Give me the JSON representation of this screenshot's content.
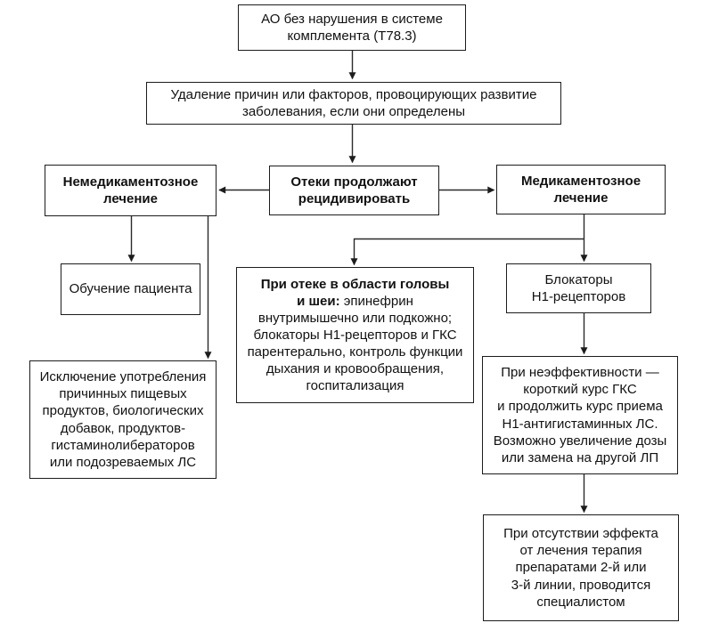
{
  "diagram": {
    "kind": "clinical-algorithm-flowchart",
    "colors": {
      "background": "#ffffff",
      "box_border": "#1c1c1c",
      "line": "#2a2a2a",
      "text": "#111111"
    },
    "nodes": {
      "root": {
        "text": "АО без нарушения в системе\nкомплемента (Т78.3)"
      },
      "remove_causes": {
        "text": "Удаление причин или факторов, провоцирующих развитие\nзаболевания, если они определены"
      },
      "non_drug": {
        "text": "Немедикаментозное\nлечение"
      },
      "edema_recur": {
        "text": "Отеки продолжают\nрецидивировать"
      },
      "drug_treatment": {
        "text": "Медикаментозное\nлечение"
      },
      "patient_education": {
        "text": "Обучение пациента"
      },
      "head_neck": {
        "bold": "При отеке в области головы\nи шеи:",
        "rest": " эпинефрин\nвнутримышечно или подкожно;\nблокаторы Н1-рецепторов и ГКС\nпарентерально, контроль функции\nдыхания и кровообращения,\nгоспитализация"
      },
      "h1_blockers": {
        "text": "Блокаторы\nН1-рецепторов"
      },
      "exclusion": {
        "text": "Исключение употребления\nпричинных пищевых\nпродуктов, биологических\nдобавок, продуктов-\nгистаминолибераторов\nили подозреваемых ЛС"
      },
      "ineffective": {
        "text": "При неэффективности —\nкороткий курс ГКС\nи продолжить курс приема\nН1-антигистаминных ЛС.\nВозможно увеличение дозы\nили замена на другой ЛП"
      },
      "no_effect": {
        "text": "При отсутствии эффекта\nот лечения терапия\nпрепаратами 2-й или\n3-й линии, проводится\nспециалистом"
      }
    },
    "edges": [
      {
        "from": "root",
        "to": "remove_causes"
      },
      {
        "from": "remove_causes",
        "to": "edema_recur"
      },
      {
        "from": "edema_recur",
        "to": "non_drug"
      },
      {
        "from": "edema_recur",
        "to": "drug_treatment"
      },
      {
        "from": "non_drug",
        "to": "patient_education"
      },
      {
        "from": "non_drug",
        "to": "exclusion"
      },
      {
        "from": "drug_treatment",
        "to": "head_neck"
      },
      {
        "from": "drug_treatment",
        "to": "h1_blockers"
      },
      {
        "from": "h1_blockers",
        "to": "ineffective"
      },
      {
        "from": "ineffective",
        "to": "no_effect"
      }
    ]
  }
}
